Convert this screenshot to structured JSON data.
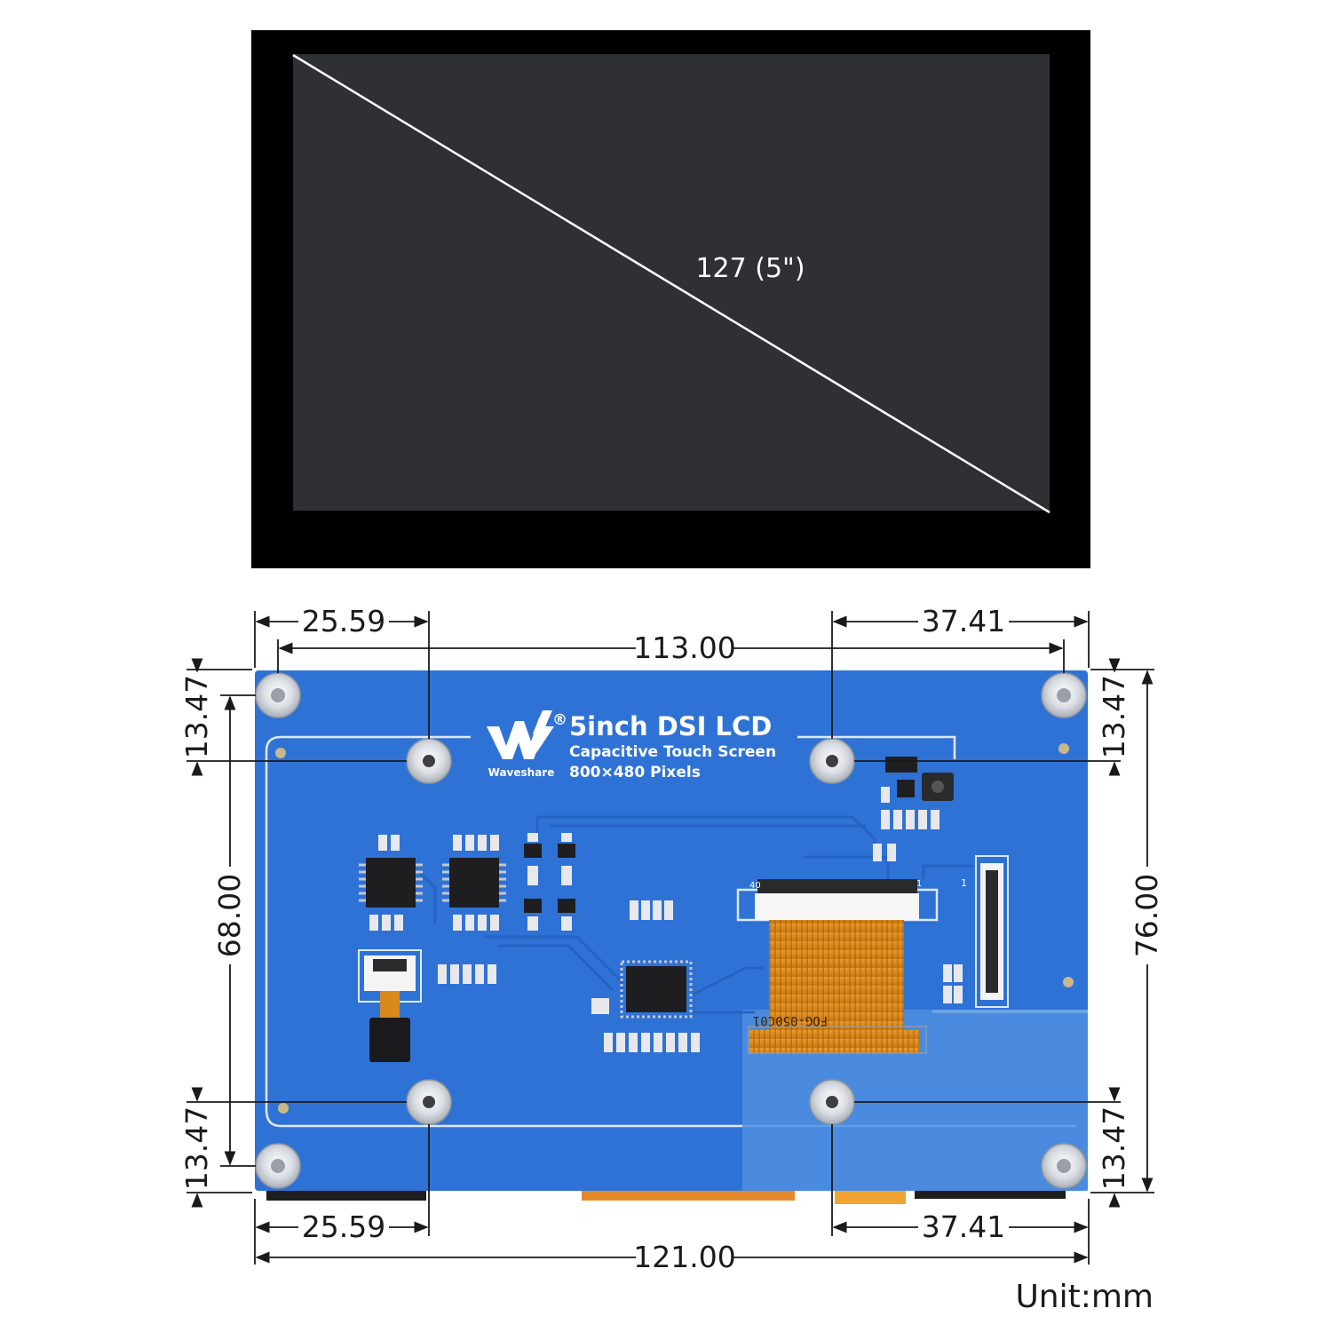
{
  "screen_view": {
    "diagonal_label": "127 (5\")"
  },
  "board_labels": {
    "brand_name": "Waveshare",
    "registered_mark": "®",
    "title": "5inch DSI LCD",
    "subtitle": "Capacitive Touch Screen",
    "resolution": "800×480 Pixels",
    "fpc_code": "FOG-050C01",
    "fpc_pin_first": "40",
    "fpc_pin_last": "1",
    "fpc_pin_one_right": "1"
  },
  "dimensions": {
    "top_left_offset": "25.59",
    "top_hole_span": "113.00",
    "top_right_offset": "37.41",
    "left_top_margin": "13.47",
    "left_hole_span": "68.00",
    "left_bottom_margin": "13.47",
    "right_top_margin": "13.47",
    "right_height": "76.00",
    "right_bottom_margin": "13.47",
    "bottom_left_offset": "25.59",
    "bottom_right_offset": "37.41",
    "bottom_width": "121.00"
  },
  "unit_label": "Unit:mm",
  "colors": {
    "bezel": "#000000",
    "panel": "#2f3034",
    "pcb": "#2f72d6",
    "fpc": "#d98a1c",
    "dimension_line": "#1a1a1a"
  }
}
